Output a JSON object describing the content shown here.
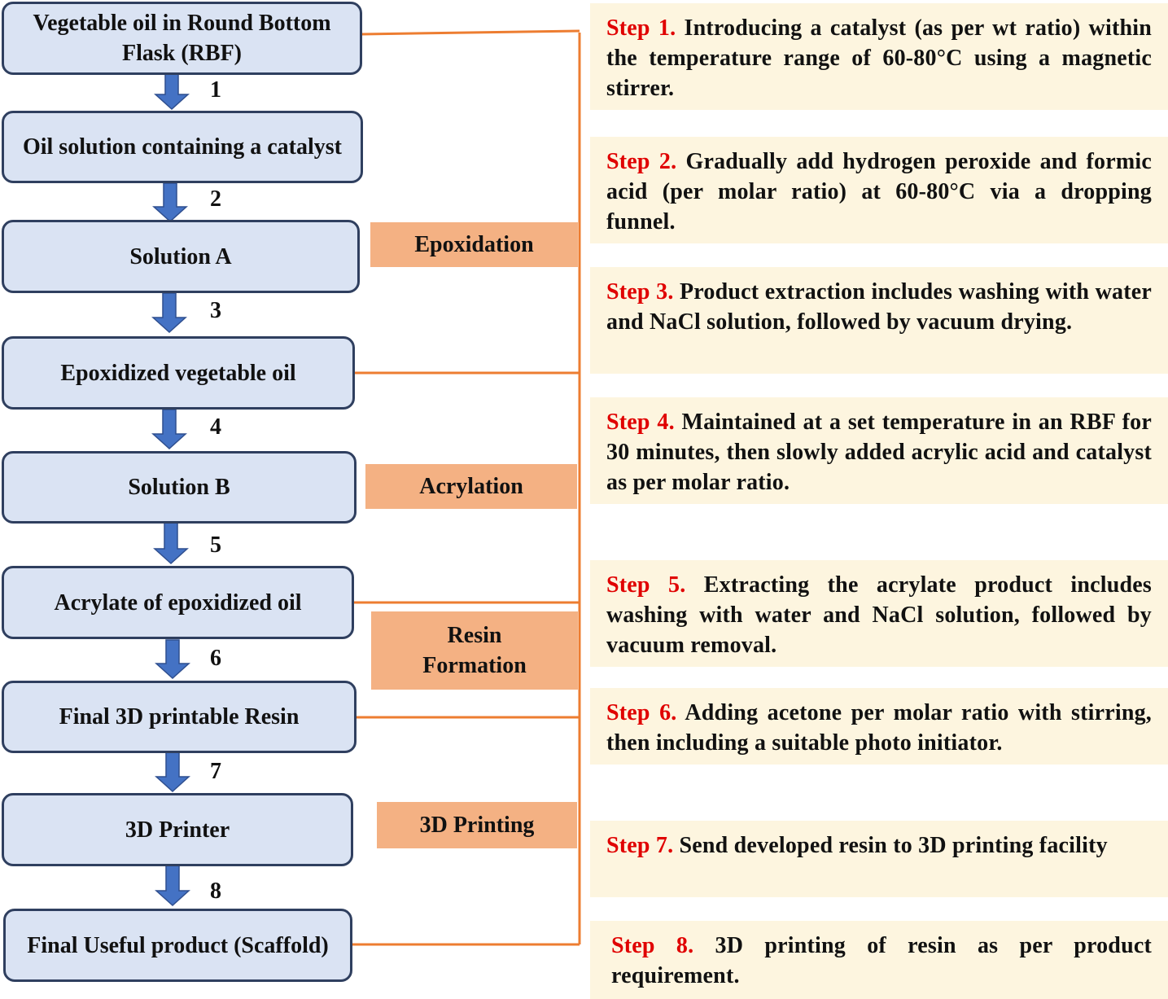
{
  "flow": {
    "boxes": [
      "Vegetable oil in Round Bottom Flask (RBF)",
      "Oil solution containing a catalyst",
      "Solution A",
      "Epoxidized vegetable oil",
      "Solution B",
      "Acrylate of epoxidized oil",
      "Final 3D printable Resin",
      "3D Printer",
      "Final Useful product (Scaffold)"
    ],
    "arrow_numbers": [
      "1",
      "2",
      "3",
      "4",
      "5",
      "6",
      "7",
      "8"
    ]
  },
  "phases": [
    "Epoxidation",
    "Acrylation",
    "Resin Formation",
    "3D Printing"
  ],
  "steps": [
    {
      "label": "Step 1.",
      "text": "Introducing a catalyst (as per wt ratio) within the temperature range of 60-80°C using a magnetic stirrer."
    },
    {
      "label": "Step 2.",
      "text": "Gradually add hydrogen peroxide and formic acid (per molar ratio) at 60-80°C via a dropping funnel."
    },
    {
      "label": "Step 3.",
      "text": "Product extraction includes washing with water and NaCl solution, followed by vacuum drying."
    },
    {
      "label": "Step 4.",
      "text": "Maintained at a set temperature in an RBF for 30 minutes, then slowly added acrylic acid and catalyst as per molar ratio."
    },
    {
      "label": "Step 5.",
      "text": "Extracting the acrylate product includes washing with water and NaCl solution, followed by vacuum removal."
    },
    {
      "label": "Step 6.",
      "text": "Adding acetone per molar ratio with stirring, then including a suitable photo initiator."
    },
    {
      "label": "Step 7.",
      "text": "Send developed resin to 3D printing facility"
    },
    {
      "label": "Step 8.",
      "text": "3D printing of resin as per product requirement."
    }
  ],
  "colors": {
    "box_fill": "#dae3f3",
    "box_border": "#2f3f5f",
    "arrow": "#4472c4",
    "phase_fill": "#f4b183",
    "step_fill": "#fdf5df",
    "step_label": "#e00000",
    "connector": "#ed7d31"
  }
}
